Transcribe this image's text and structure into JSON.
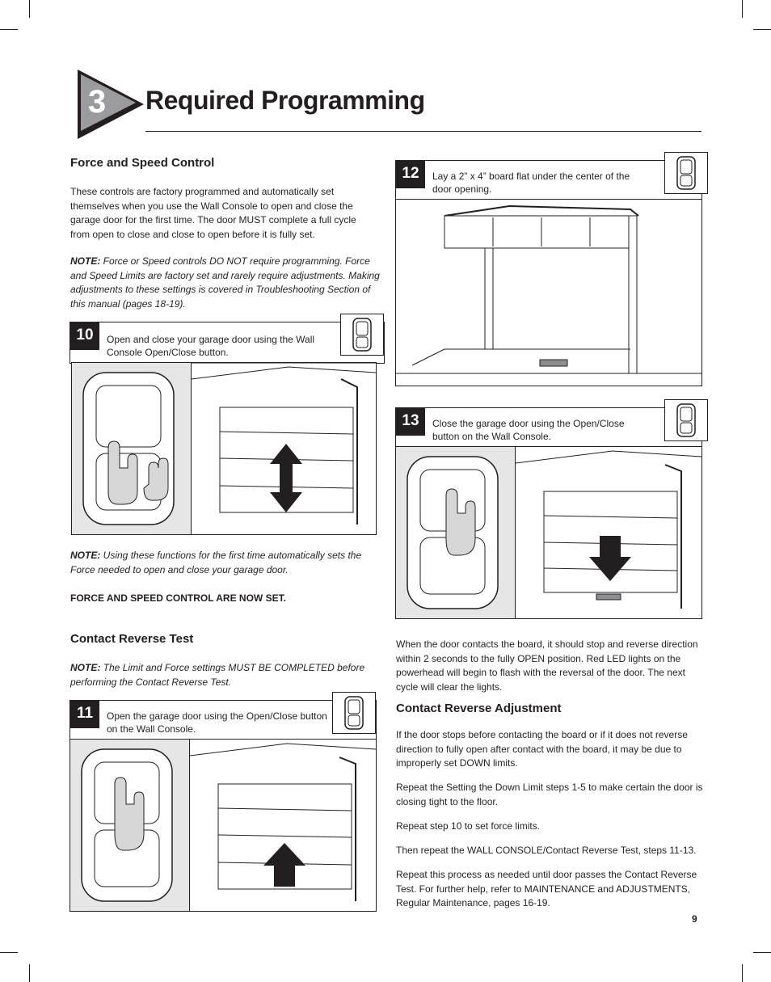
{
  "section": {
    "number": "3",
    "title": "Required Programming"
  },
  "left": {
    "force_heading": "Force and Speed Control",
    "force_body": "These controls are factory programmed and automatically set themselves when you use the Wall Console to open and close the garage door for the first time. The door MUST complete a full cycle from open to close and close to open before it is fully set.",
    "note1_label": "NOTE:",
    "note1_text": " Force or Speed controls DO NOT require programming. Force and Speed Limits are factory set and rarely require adjustments. Making adjustments to these settings is covered in Troubleshooting Section of this manual (pages 18-19).",
    "note2_label": "NOTE:",
    "note2_text": " Using these functions for the first time automatically sets the Force needed to open and close your garage door.",
    "force_set": "FORCE AND SPEED CONTROL ARE NOW SET.",
    "contact_heading": "Contact Reverse Test",
    "note3_label": "NOTE:",
    "note3_text": " The Limit and Force settings MUST BE COMPLETED before performing the Contact Reverse Test."
  },
  "steps": {
    "s10": {
      "number": "10",
      "text": "Open and close your garage door using the Wall Console Open/Close button."
    },
    "s11": {
      "number": "11",
      "text": "Open the garage door using the Open/Close button on the Wall Console."
    },
    "s12": {
      "number": "12",
      "text": "Lay a 2” x 4” board flat under the center of the door opening."
    },
    "s13": {
      "number": "13",
      "text": "Close the garage door using the Open/Close button on the Wall Console."
    }
  },
  "right": {
    "contact_body": "When the door contacts the board, it should stop and reverse direction within 2 seconds to the fully OPEN position. Red LED lights on the powerhead will begin to flash with the reversal of the door. The next cycle will clear the lights.",
    "adjust_heading": "Contact Reverse Adjustment",
    "adjust_p1": "If the door stops before contacting the board or if it does not reverse direction to fully open after contact with the board, it may be due to improperly set DOWN limits.",
    "adjust_p2": "Repeat the Setting the Down Limit steps 1-5 to make certain the door is closing tight to the floor.",
    "adjust_p3": "Repeat step 10 to set force limits.",
    "adjust_p4": "Then repeat the WALL CONSOLE/Contact Reverse Test, steps 11-13.",
    "adjust_p5": "Repeat this process as needed until door passes the Contact Reverse Test. For further help, refer to MAINTENANCE and ADJUSTMENTS, Regular Maintenance, pages 16-19."
  },
  "page_number": "9"
}
